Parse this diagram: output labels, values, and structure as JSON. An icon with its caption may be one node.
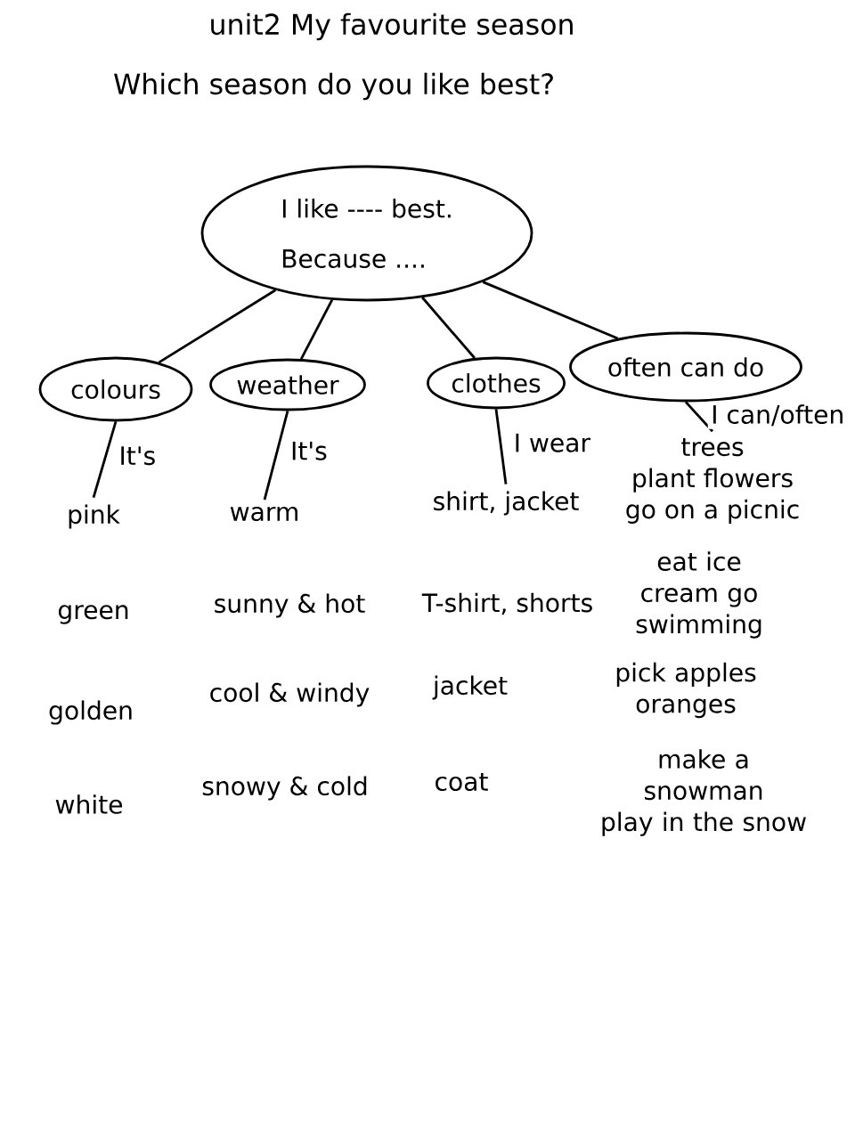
{
  "diagram": {
    "title": "unit2 My favourite season",
    "nodes": [
      {
        "text": [
          "I like ---- best.",
          "Because ...."
        ]
      },
      {
        "text": [
          "colours"
        ]
      },
      {
        "text": [
          "weather"
        ]
      },
      {
        "text": [
          "clothes"
        ]
      },
      {
        "text": [
          "often can do"
        ]
      },
      {
        "text": [
          "pink"
        ]
      },
      {
        "text": [
          "warm"
        ]
      },
      {
        "text": [
          "shirt, jacket"
        ]
      },
      {
        "text": [
          "trees",
          "plant flowers",
          "go on a picnic"
        ]
      }
    ],
    "edges": [
      {
        "from": 0,
        "to": 1,
        "arrow": "none"
      },
      {
        "from": 0,
        "to": 2,
        "arrow": "none"
      },
      {
        "from": 0,
        "to": 3,
        "arrow": "none"
      },
      {
        "from": 0,
        "to": 4,
        "arrow": "none"
      },
      {
        "from": 1,
        "to": 5,
        "arrow": "none",
        "label": "It's"
      },
      {
        "from": 2,
        "to": 6,
        "arrow": "none",
        "label": "It's"
      },
      {
        "from": 3,
        "to": 7,
        "arrow": "none",
        "label": "I wear"
      },
      {
        "from": 4,
        "to": 8,
        "arrow": "none",
        "label": "I can/often"
      }
    ],
    "labels": [
      "Which season do you like best?",
      "green",
      "sunny & hot",
      "T-shirt, shorts",
      "eat ice cream go swimming",
      "golden",
      "cool & windy",
      "jacket",
      "pick apples oranges",
      "white",
      "snowy & cold",
      "coat",
      "make a snowman play in the snow"
    ]
  }
}
